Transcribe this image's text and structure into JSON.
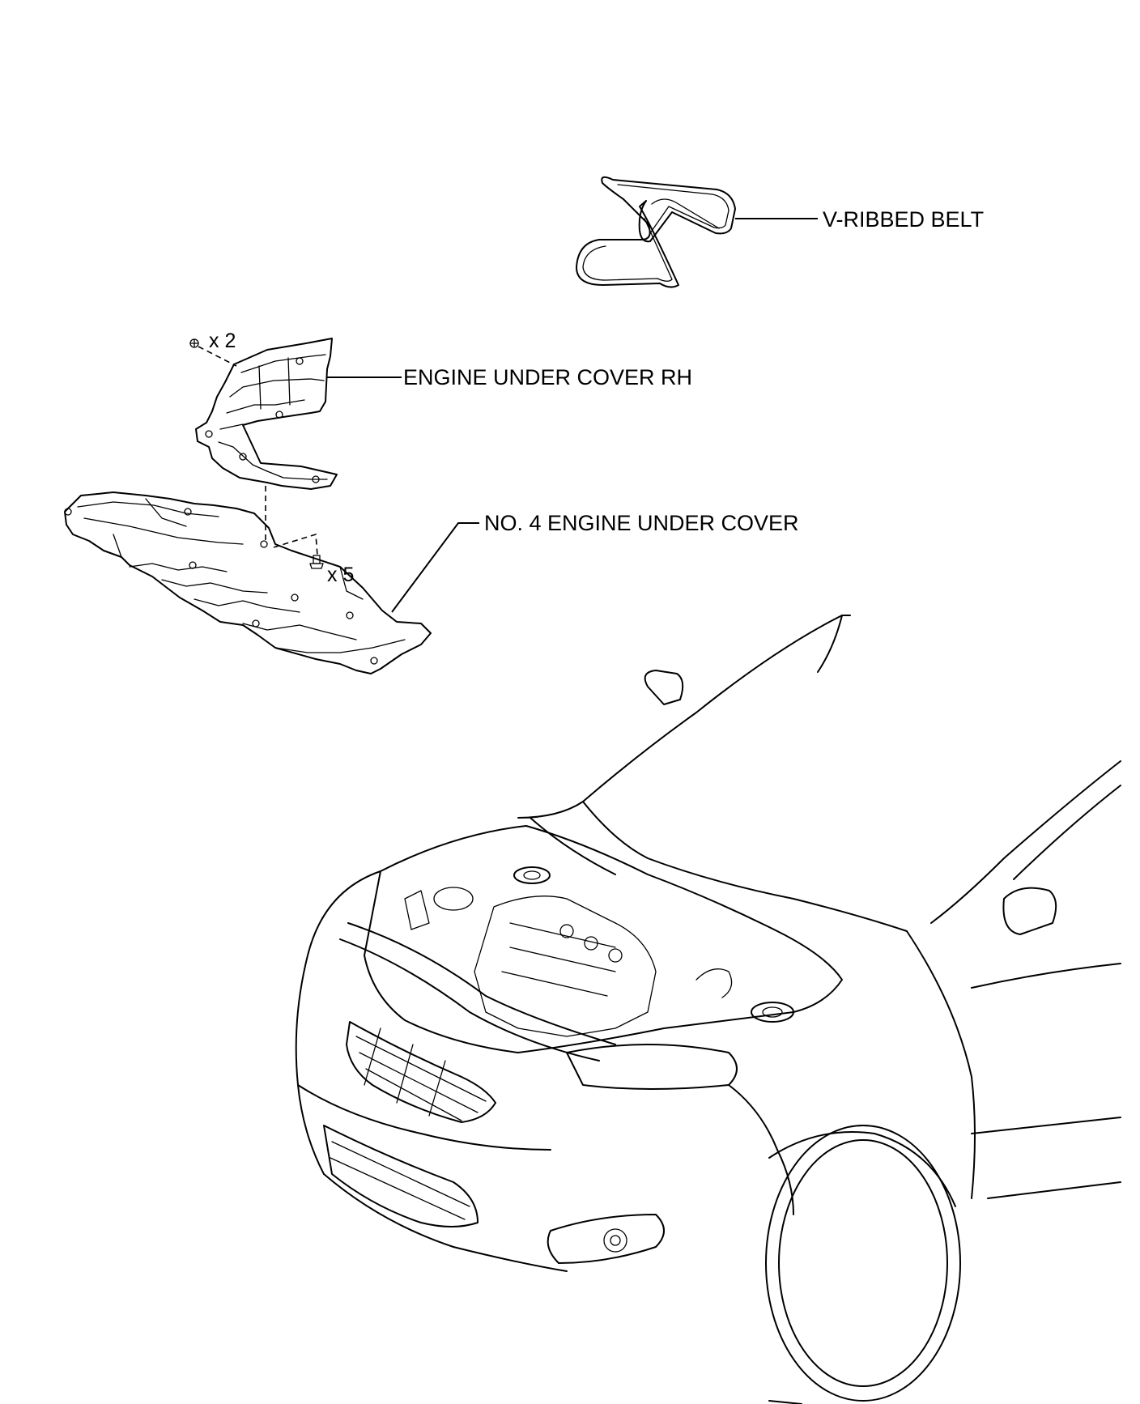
{
  "callouts": {
    "v_ribbed_belt": "V-RIBBED BELT",
    "engine_under_cover_rh": "ENGINE UNDER COVER RH",
    "no4_engine_under_cover": "NO. 4 ENGINE UNDER COVER"
  },
  "fastener_quantities": {
    "rh_cover_fasteners": "x 2",
    "no4_cover_fasteners": "x 5"
  },
  "colors": {
    "line": "#000000",
    "background": "#ffffff"
  }
}
